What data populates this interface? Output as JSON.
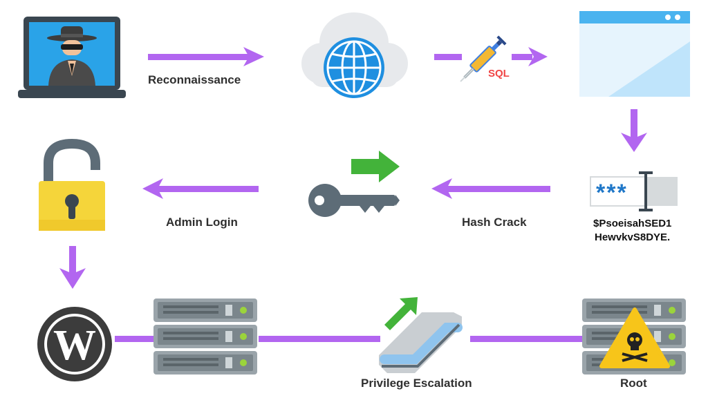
{
  "labels": {
    "reconnaissance": "Reconnaissance",
    "sql": "SQL",
    "admin_login": "Admin Login",
    "hash_crack": "Hash Crack",
    "hash_line1": "$PsoeisahSED1",
    "hash_line2": "HewvkvS8DYE.",
    "privilege_escalation": "Privilege Escalation",
    "root": "Root",
    "password_mask": "***"
  },
  "colors": {
    "arrow": "#b266f0",
    "sql_text": "#f04545",
    "green_arrow": "#43b33a",
    "screen_blue": "#2aa3e8",
    "globe_blue": "#1f8fe0",
    "lock_yellow": "#f5d53a",
    "warning_yellow": "#f7c51a",
    "server_grey": "#8e9aa0",
    "led_green": "#9bd43b",
    "browser_blue": "#4ab3ef"
  },
  "icons": [
    "hacker-laptop-icon",
    "cloud-globe-icon",
    "syringe-icon",
    "browser-window-icon",
    "password-field-icon",
    "key-icon",
    "open-padlock-icon",
    "wordpress-logo-icon",
    "server-rack-icon",
    "escalator-icon",
    "warning-skull-icon"
  ]
}
